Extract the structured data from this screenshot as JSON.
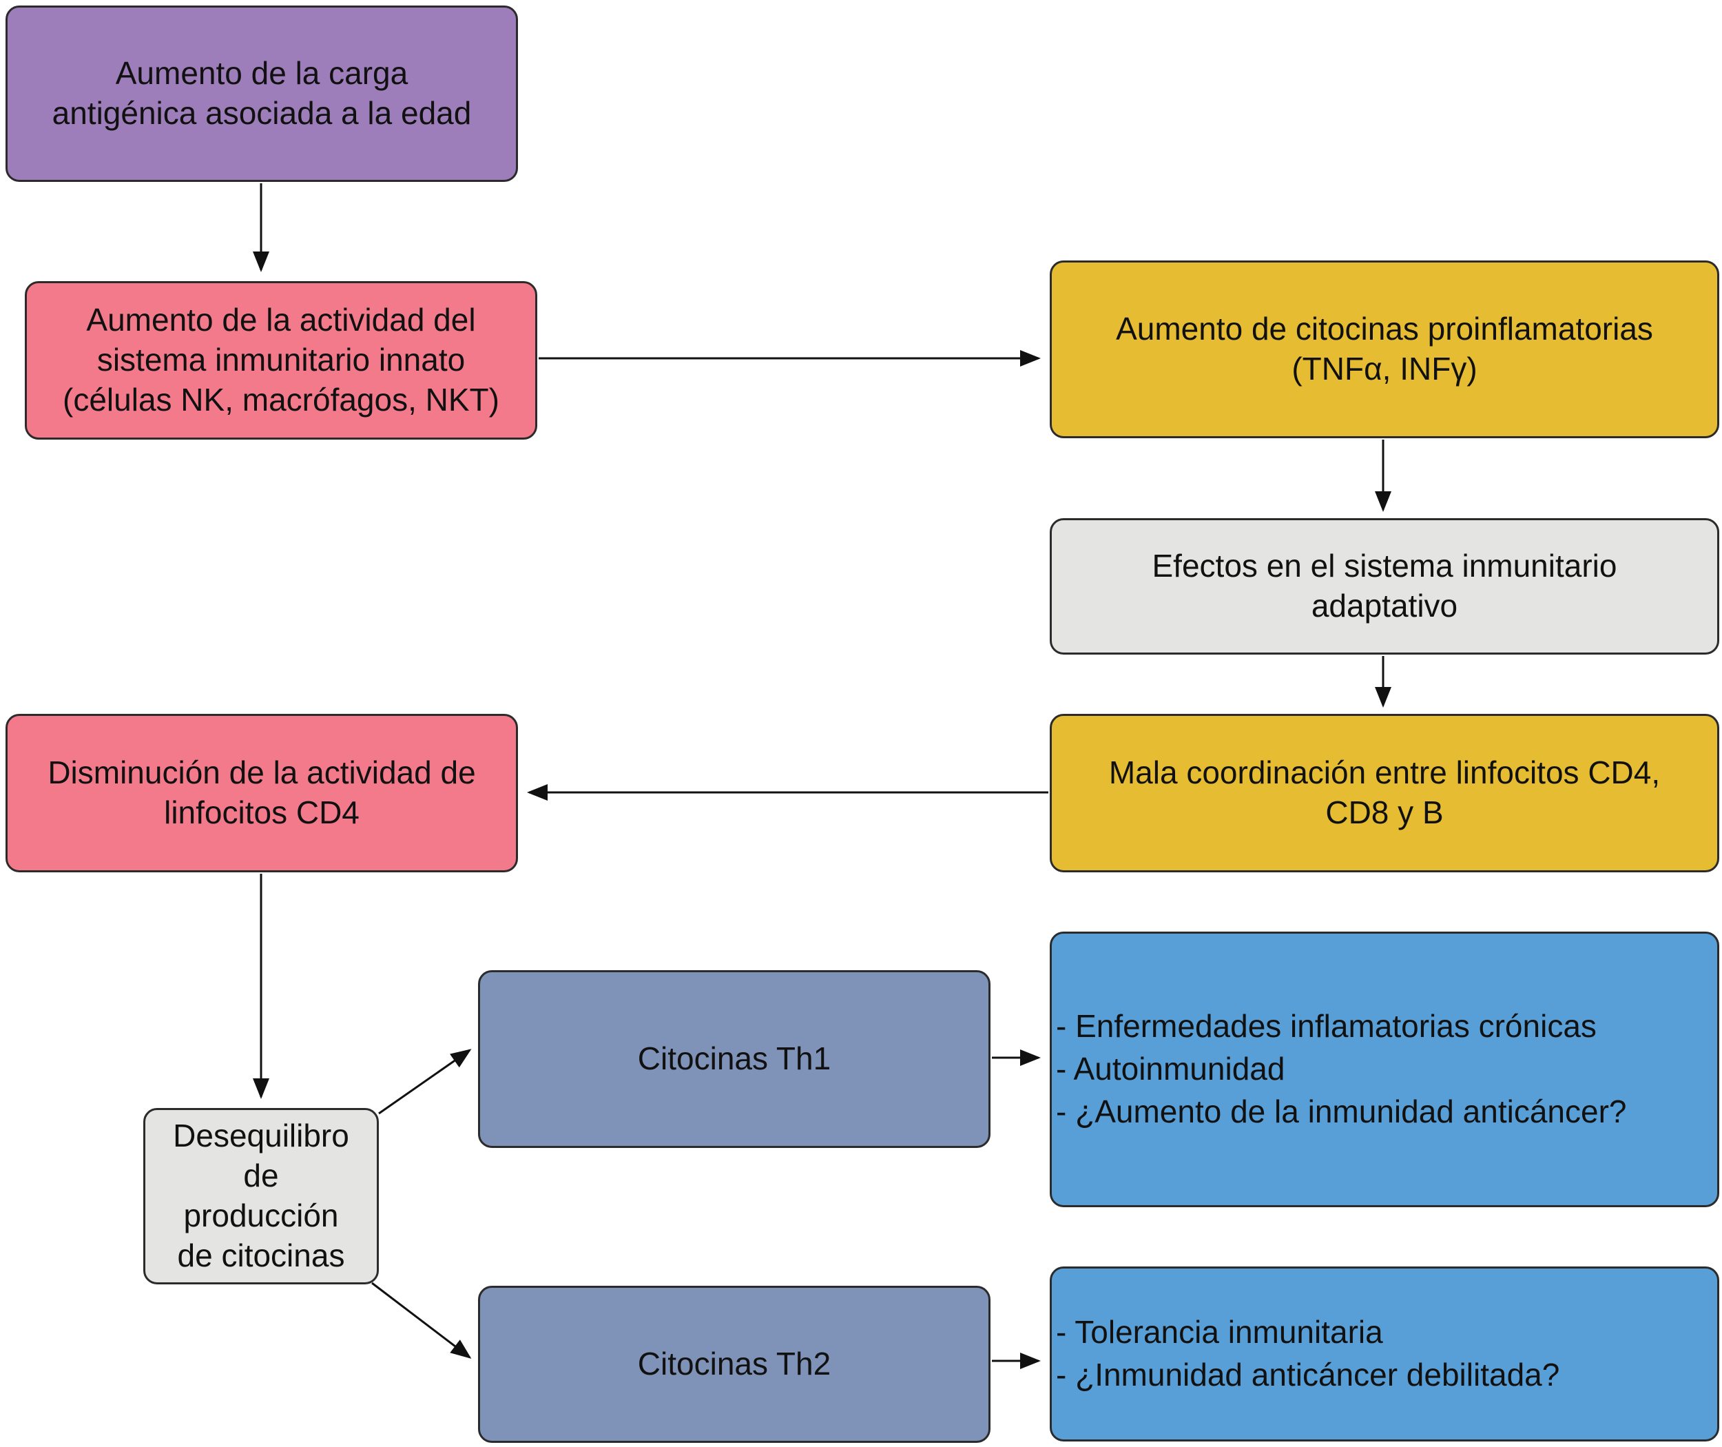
{
  "colors": {
    "purple": "#9e7eba",
    "pink": "#f37a8b",
    "gold": "#e5bc32",
    "gray": "#e4e4e2",
    "slate": "#7f92b7",
    "blue": "#589fd8",
    "stroke": "#2b2b2b"
  },
  "nodes": {
    "carga": "Aumento de la carga\nantigénica asociada a la edad",
    "innato": "Aumento de la actividad del\nsistema inmunitario innato\n(células NK, macrófagos, NKT)",
    "citocinas_pro": "Aumento de citocinas proinflamatorias\n(TNFα, INFγ)",
    "adaptativo": "Efectos en el sistema inmunitario\nadaptativo",
    "cd4": "Disminución de la actividad de\nlinfocitos CD4",
    "coordinacion": "Mala coordinación entre linfocitos CD4,\nCD8 y B",
    "desequilibrio": "Desequilibro\nde\nproducción\nde citocinas",
    "th1": "Citocinas Th1",
    "th2": "Citocinas Th2",
    "th1_effects": [
      "- Enfermedades inflamatorias crónicas",
      "- Autoinmunidad",
      "- ¿Aumento de la inmunidad anticáncer?"
    ],
    "th2_effects": [
      "- Tolerancia inmunitaria",
      "- ¿Inmunidad anticáncer debilitada?"
    ]
  }
}
